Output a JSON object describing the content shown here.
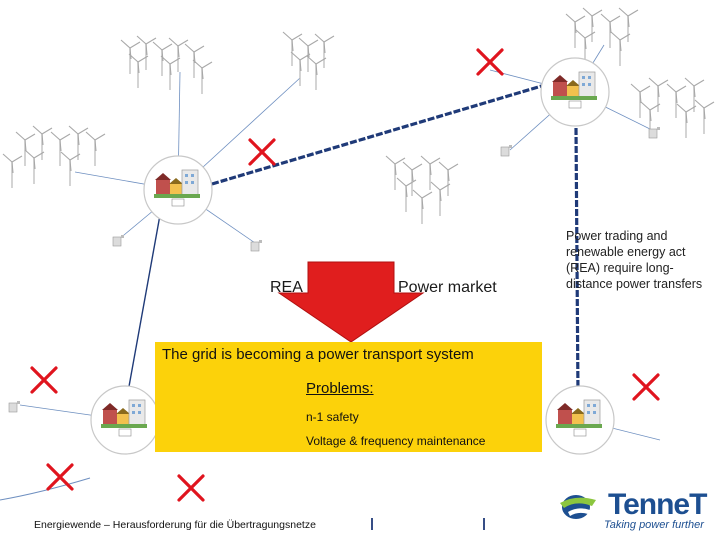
{
  "labels": {
    "rea": "REA",
    "power_market": "Power market",
    "side_note": "Power trading and renewable energy act (REA) require long-distance power transfers"
  },
  "box": {
    "title": "The grid is becoming a power transport system",
    "problems": "Problems:",
    "items": [
      "n-1 safety",
      "Voltage & frequency maintenance"
    ]
  },
  "footer": {
    "text": "Energiewende – Herausforderung für die Übertragungsnetze"
  },
  "brand": {
    "word": "TenneT",
    "tagline": "Taking power further"
  },
  "colors": {
    "arrow_red": "#e01e1e",
    "box_yellow": "#fcd20a",
    "cross_red": "#e0141e",
    "line_blue": "#1f3a78",
    "brand_blue": "#1d4f91",
    "brand_green": "#8cc63f"
  },
  "icons": [
    "wind-turbine-icon",
    "substation-icon",
    "cross-icon",
    "house-icon"
  ]
}
